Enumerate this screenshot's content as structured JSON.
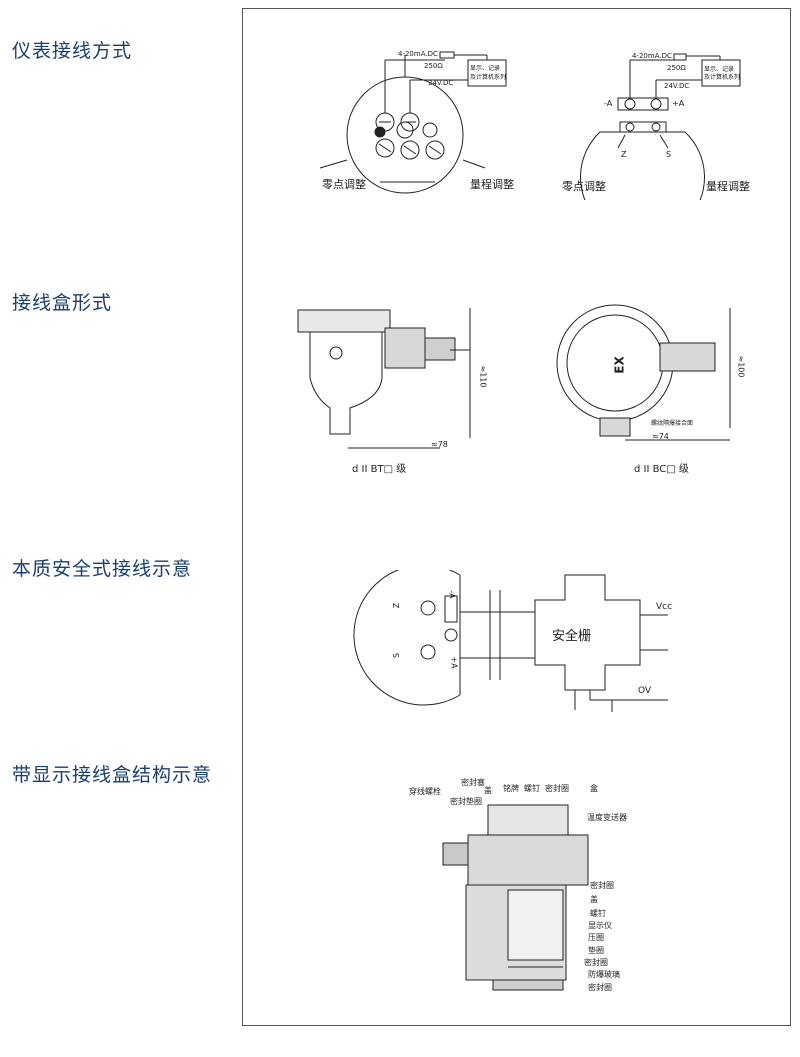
{
  "sections": {
    "wiring": {
      "title": "仪表接线方式",
      "left": {
        "current": "4-20mA.DC",
        "resistor": "250Ω",
        "supply": "24V.DC",
        "device": [
          "显示、记录",
          "及计算机系列"
        ],
        "zero": "零点调整",
        "span": "量程调整"
      },
      "right": {
        "current": "4-20mA.DC",
        "resistor": "250Ω",
        "supply": "24V.DC",
        "device": [
          "显示、记录",
          "及计算机系列"
        ],
        "zero": "零点调整",
        "span": "量程调整",
        "minus": "-A",
        "plus": "+A",
        "z": "Z",
        "s": "S"
      }
    },
    "box": {
      "title": "接线盒形式",
      "left_dim_w": "≈78",
      "left_dim_h": "≈110",
      "left_caption": "d II BT□ 级",
      "right_dim_w": "≈74",
      "right_dim_h": "≈100",
      "right_caption": "d II BC□ 级",
      "ex": "EX",
      "right_note": "螺纹隔爆接合面"
    },
    "safety": {
      "title": "本质安全式接线示意",
      "barrier": "安全栅",
      "vcc": "Vcc",
      "ov": "OV",
      "z": "Z",
      "s": "S",
      "minus": "-A",
      "plus": "+A"
    },
    "structure": {
      "title": "带显示接线盒结构示意",
      "labels": {
        "seal_plug": "密封塞",
        "nameplate": "铭牌",
        "screw1": "螺钉",
        "seal_ring1": "密封圈",
        "box": "盒",
        "gland_bolt": "穿线螺栓",
        "seal_washer": "密封垫圈",
        "cover": "盖",
        "transmitter": "温度变送器",
        "seal_ring2": "密封圈",
        "cover2": "盖",
        "screw2": "螺钉",
        "display": "显示仪",
        "press_ring": "压圈",
        "gasket": "垫圈",
        "seal_ring3": "密封圈",
        "glass": "防爆玻璃",
        "seal_ring4": "密封圈"
      }
    }
  }
}
